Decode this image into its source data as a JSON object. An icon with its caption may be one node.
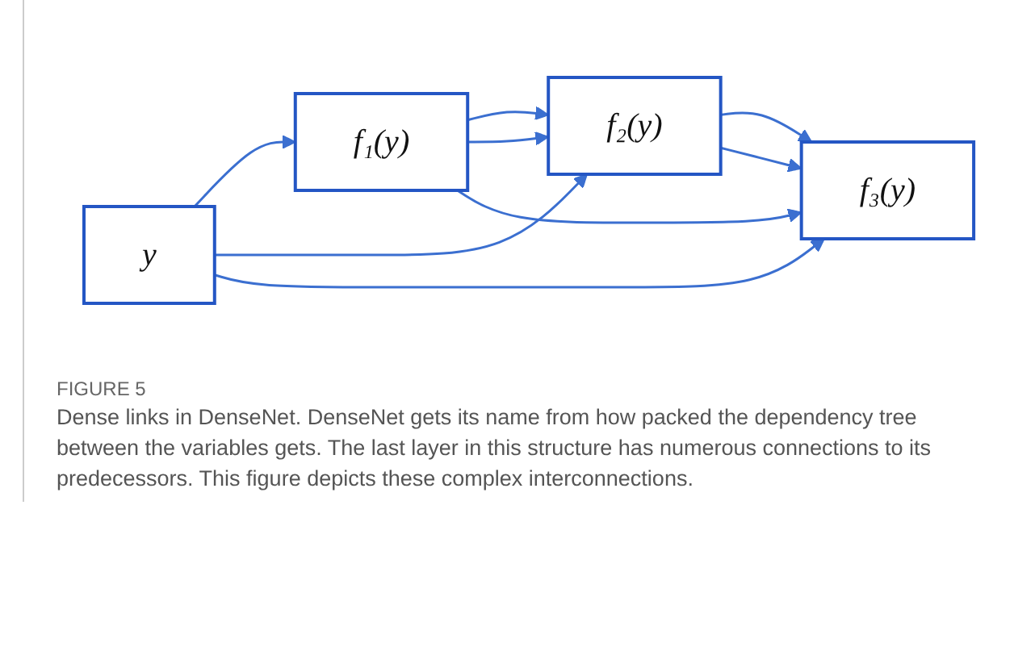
{
  "diagram": {
    "caption": "Dense links in DenseNet. DenseNet gets its name from how packed the dependency tree between the variables gets. The last layer in this structure has numerous connections to its predecessors. This figure depicts these complex interconnections.",
    "nodes": [
      {
        "text": [
          "y"
        ]
      },
      {
        "text": [
          "f₁(y)"
        ]
      },
      {
        "text": [
          "f₂(y)"
        ]
      },
      {
        "text": [
          "f₃(y)"
        ]
      }
    ],
    "edges": [
      {
        "from": 0,
        "to": 1,
        "arrow": "to"
      },
      {
        "from": 1,
        "to": 2,
        "arrow": "to"
      },
      {
        "from": 2,
        "to": 3,
        "arrow": "to"
      },
      {
        "from": 0,
        "to": 2,
        "arrow": "to"
      },
      {
        "from": 0,
        "to": 3,
        "arrow": "to"
      },
      {
        "from": 1,
        "to": 2,
        "arrow": "to"
      },
      {
        "from": 1,
        "to": 3,
        "arrow": "to"
      },
      {
        "from": 2,
        "to": 3,
        "arrow": "to"
      }
    ],
    "labels": [
      "FIGURE 5"
    ]
  }
}
